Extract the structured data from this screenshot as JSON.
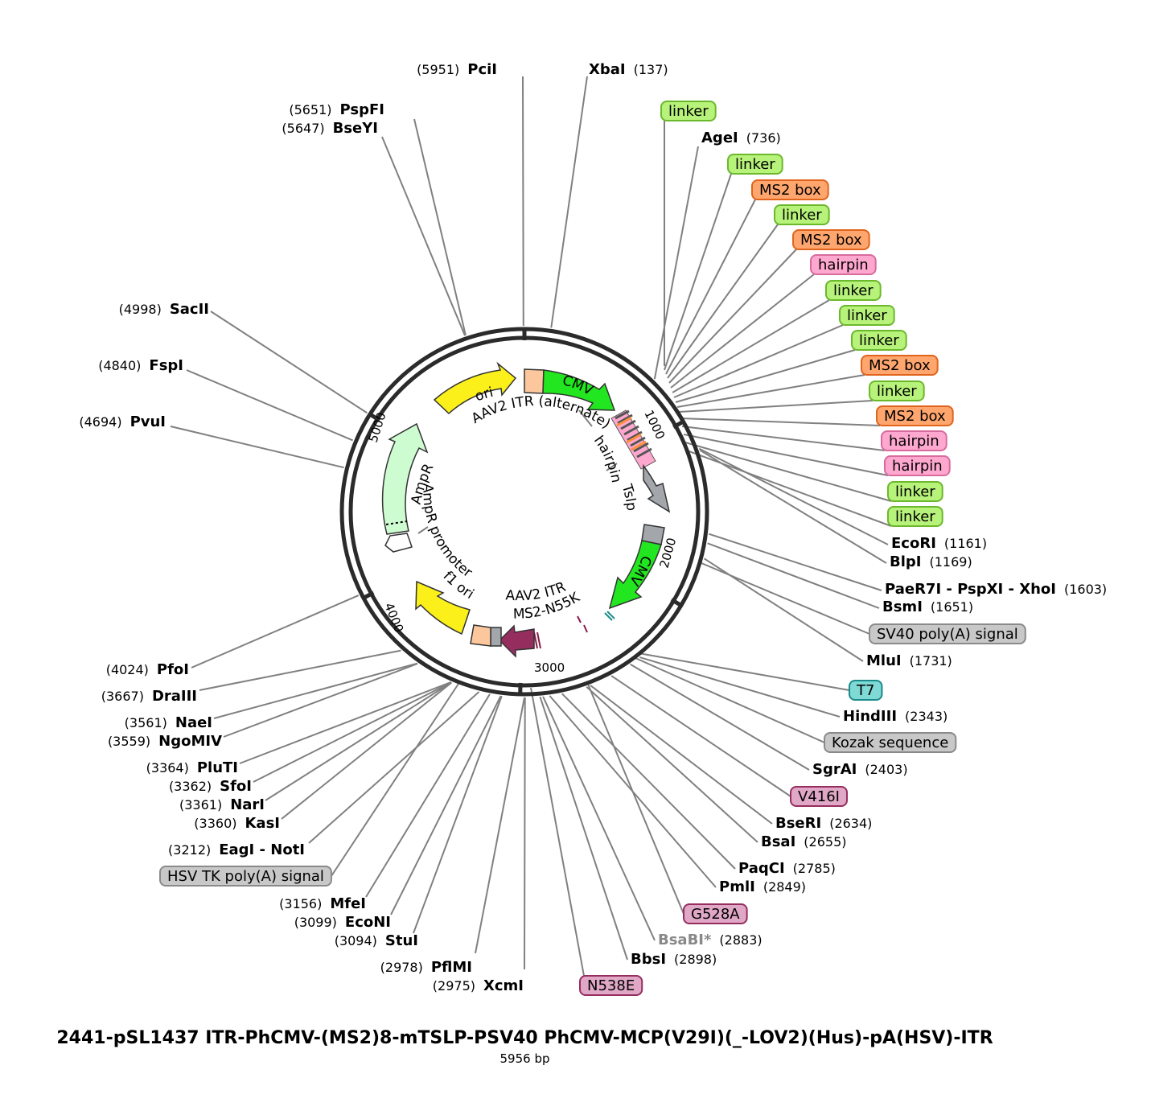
{
  "title": "2441-pSL1437 ITR-PhCMV-(MS2)8-mTSLP-PSV40 PhCMV-MCP(V29I)(_-LOV2)(Hus)-pA(HSV)-ITR",
  "size_label": "5956 bp",
  "total_bp": 5956,
  "ticks": [
    {
      "bp": 1000,
      "label": "1000"
    },
    {
      "bp": 2000,
      "label": "2000"
    },
    {
      "bp": 3000,
      "label": "3000"
    },
    {
      "bp": 4000,
      "label": "4000"
    },
    {
      "bp": 5000,
      "label": "5000"
    }
  ],
  "sites": [
    {
      "name": "PciI",
      "pos": "(5951)",
      "bp": 5951,
      "side": "left"
    },
    {
      "name": "XbaI",
      "pos": "(137)",
      "bp": 137,
      "side": "right"
    },
    {
      "name": "PspFI",
      "pos": "(5651)",
      "bp": 5651,
      "side": "left"
    },
    {
      "name": "BseYI",
      "pos": "(5647)",
      "bp": 5647,
      "side": "left"
    },
    {
      "name": "AgeI",
      "pos": "(736)",
      "bp": 736,
      "side": "right"
    },
    {
      "name": "SacII",
      "pos": "(4998)",
      "bp": 4998,
      "side": "left"
    },
    {
      "name": "FspI",
      "pos": "(4840)",
      "bp": 4840,
      "side": "left"
    },
    {
      "name": "PvuI",
      "pos": "(4694)",
      "bp": 4694,
      "side": "left"
    },
    {
      "name": "EcoRI",
      "pos": "(1161)",
      "bp": 1161,
      "side": "right"
    },
    {
      "name": "BlpI",
      "pos": "(1169)",
      "bp": 1169,
      "side": "right"
    },
    {
      "name": "PaeR7I - PspXI - XhoI",
      "pos": "(1603)",
      "bp": 1603,
      "side": "right"
    },
    {
      "name": "BsmI",
      "pos": "(1651)",
      "bp": 1651,
      "side": "right"
    },
    {
      "name": "MluI",
      "pos": "(1731)",
      "bp": 1731,
      "side": "right"
    },
    {
      "name": "HindIII",
      "pos": "(2343)",
      "bp": 2343,
      "side": "right"
    },
    {
      "name": "SgrAI",
      "pos": "(2403)",
      "bp": 2403,
      "side": "right"
    },
    {
      "name": "BseRI",
      "pos": "(2634)",
      "bp": 2634,
      "side": "right"
    },
    {
      "name": "BsaI",
      "pos": "(2655)",
      "bp": 2655,
      "side": "right"
    },
    {
      "name": "PaqCI",
      "pos": "(2785)",
      "bp": 2785,
      "side": "right"
    },
    {
      "name": "PmlI",
      "pos": "(2849)",
      "bp": 2849,
      "side": "right"
    },
    {
      "name": "BsaBI*",
      "pos": "(2883)",
      "bp": 2883,
      "side": "right",
      "muted": true
    },
    {
      "name": "BbsI",
      "pos": "(2898)",
      "bp": 2898,
      "side": "right"
    },
    {
      "name": "XcmI",
      "pos": "(2975)",
      "bp": 2975,
      "side": "left"
    },
    {
      "name": "PflMI",
      "pos": "(2978)",
      "bp": 2978,
      "side": "left"
    },
    {
      "name": "StuI",
      "pos": "(3094)",
      "bp": 3094,
      "side": "left"
    },
    {
      "name": "EcoNI",
      "pos": "(3099)",
      "bp": 3099,
      "side": "left"
    },
    {
      "name": "MfeI",
      "pos": "(3156)",
      "bp": 3156,
      "side": "left"
    },
    {
      "name": "EagI - NotI",
      "pos": "(3212)",
      "bp": 3212,
      "side": "left"
    },
    {
      "name": "KasI",
      "pos": "(3360)",
      "bp": 3360,
      "side": "left"
    },
    {
      "name": "NarI",
      "pos": "(3361)",
      "bp": 3361,
      "side": "left"
    },
    {
      "name": "SfoI",
      "pos": "(3362)",
      "bp": 3362,
      "side": "left"
    },
    {
      "name": "PluTI",
      "pos": "(3364)",
      "bp": 3364,
      "side": "left"
    },
    {
      "name": "NgoMIV",
      "pos": "(3559)",
      "bp": 3559,
      "side": "left"
    },
    {
      "name": "NaeI",
      "pos": "(3561)",
      "bp": 3561,
      "side": "left"
    },
    {
      "name": "DraIII",
      "pos": "(3667)",
      "bp": 3667,
      "side": "left"
    },
    {
      "name": "PfoI",
      "pos": "(4024)",
      "bp": 4024,
      "side": "left"
    }
  ],
  "feature_labels": [
    {
      "text": "linker",
      "type": "linker"
    },
    {
      "text": "linker",
      "type": "linker"
    },
    {
      "text": "MS2 box",
      "type": "ms2"
    },
    {
      "text": "linker",
      "type": "linker"
    },
    {
      "text": "MS2 box",
      "type": "ms2"
    },
    {
      "text": "hairpin",
      "type": "hairpin"
    },
    {
      "text": "linker",
      "type": "linker"
    },
    {
      "text": "linker",
      "type": "linker"
    },
    {
      "text": "linker",
      "type": "linker"
    },
    {
      "text": "MS2 box",
      "type": "ms2"
    },
    {
      "text": "linker",
      "type": "linker"
    },
    {
      "text": "MS2 box",
      "type": "ms2"
    },
    {
      "text": "hairpin",
      "type": "hairpin"
    },
    {
      "text": "hairpin",
      "type": "hairpin"
    },
    {
      "text": "linker",
      "type": "linker"
    },
    {
      "text": "linker",
      "type": "linker"
    },
    {
      "text": "SV40 poly(A) signal",
      "type": "grey"
    },
    {
      "text": "T7",
      "type": "t7"
    },
    {
      "text": "Kozak sequence",
      "type": "grey"
    },
    {
      "text": "V416I",
      "type": "mutation"
    },
    {
      "text": "G528A",
      "type": "mutation"
    },
    {
      "text": "N538E",
      "type": "mutation"
    },
    {
      "text": "HSV TK poly(A) signal",
      "type": "grey"
    }
  ],
  "inner_labels": {
    "ori": "ori",
    "cmv1": "CMV",
    "aav_itr_alt": "AAV2 ITR (alternate)",
    "hairpin": "hairpin",
    "tslp": "Tslp",
    "cmv2": "CMV",
    "aav_itr": "AAV2 ITR",
    "ms2_n55k": "MS2-N55K",
    "f1_ori": "f1 ori",
    "ampr_promoter": "AmpR promoter",
    "ampr": "AmpR"
  },
  "colors": {
    "linker": "#b7f27a",
    "ms2": "#ffa66e",
    "hairpin": "#ffa8cf",
    "grey": "#c8c8c8",
    "t7": "#7fd9d4",
    "mutation": "#e0a8c6",
    "cmv": "#22e61f",
    "ori": "#fbf01a",
    "itr": "#fcc79c",
    "tslp": "#a3a6ab",
    "ms2_n55k": "#962d5f",
    "ampr": "#ccfcd0"
  }
}
